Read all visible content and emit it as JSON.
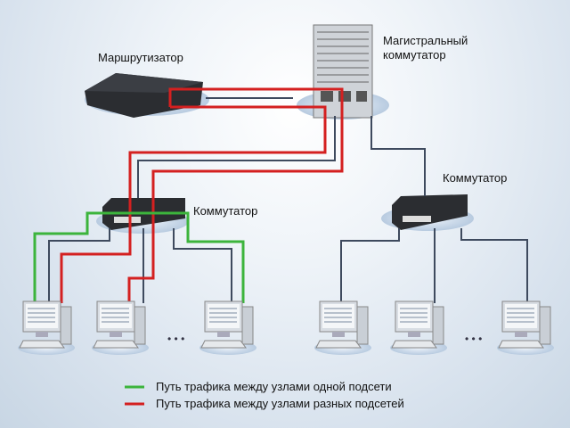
{
  "labels": {
    "router": "Маршрутизатор",
    "backbone_line1": "Магистральный",
    "backbone_line2": "коммутатор",
    "switch_left": "Коммутатор",
    "switch_right": "Коммутатор",
    "ellipsis_left": "• • •",
    "ellipsis_right": "• • •"
  },
  "legend": [
    {
      "text": "Путь трафика между узлами одной подсети",
      "color": "#3cb43c"
    },
    {
      "text": "Путь трафика между узлами разных подсетей",
      "color": "#d42020"
    }
  ],
  "colors": {
    "cable": "#3e4a5e",
    "same_subnet": "#3cb43c",
    "diff_subnet": "#d42020"
  }
}
